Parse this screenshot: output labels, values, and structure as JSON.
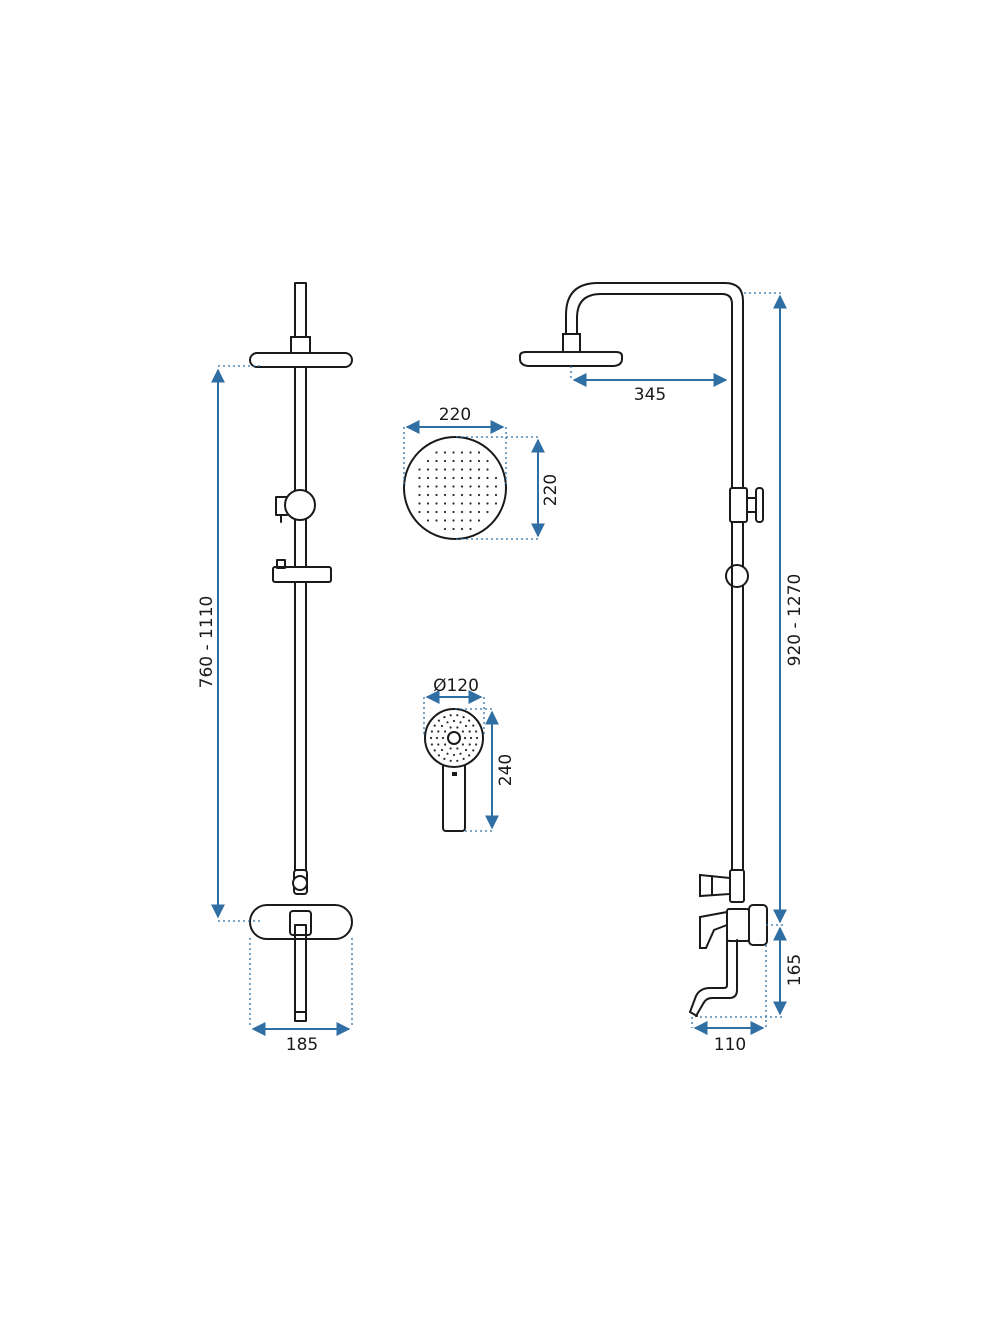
{
  "dimensions": {
    "front_height": "760 - 1110",
    "front_width": "185",
    "side_height": "920 - 1270",
    "side_arm": "345",
    "side_spout_height": "165",
    "side_depth": "110",
    "overhead_width": "220",
    "overhead_height": "220",
    "handshower_diameter": "Ø120",
    "handshower_length": "240"
  },
  "colors": {
    "dimension": "#2f6fa3",
    "line": "#1a1a1a"
  }
}
